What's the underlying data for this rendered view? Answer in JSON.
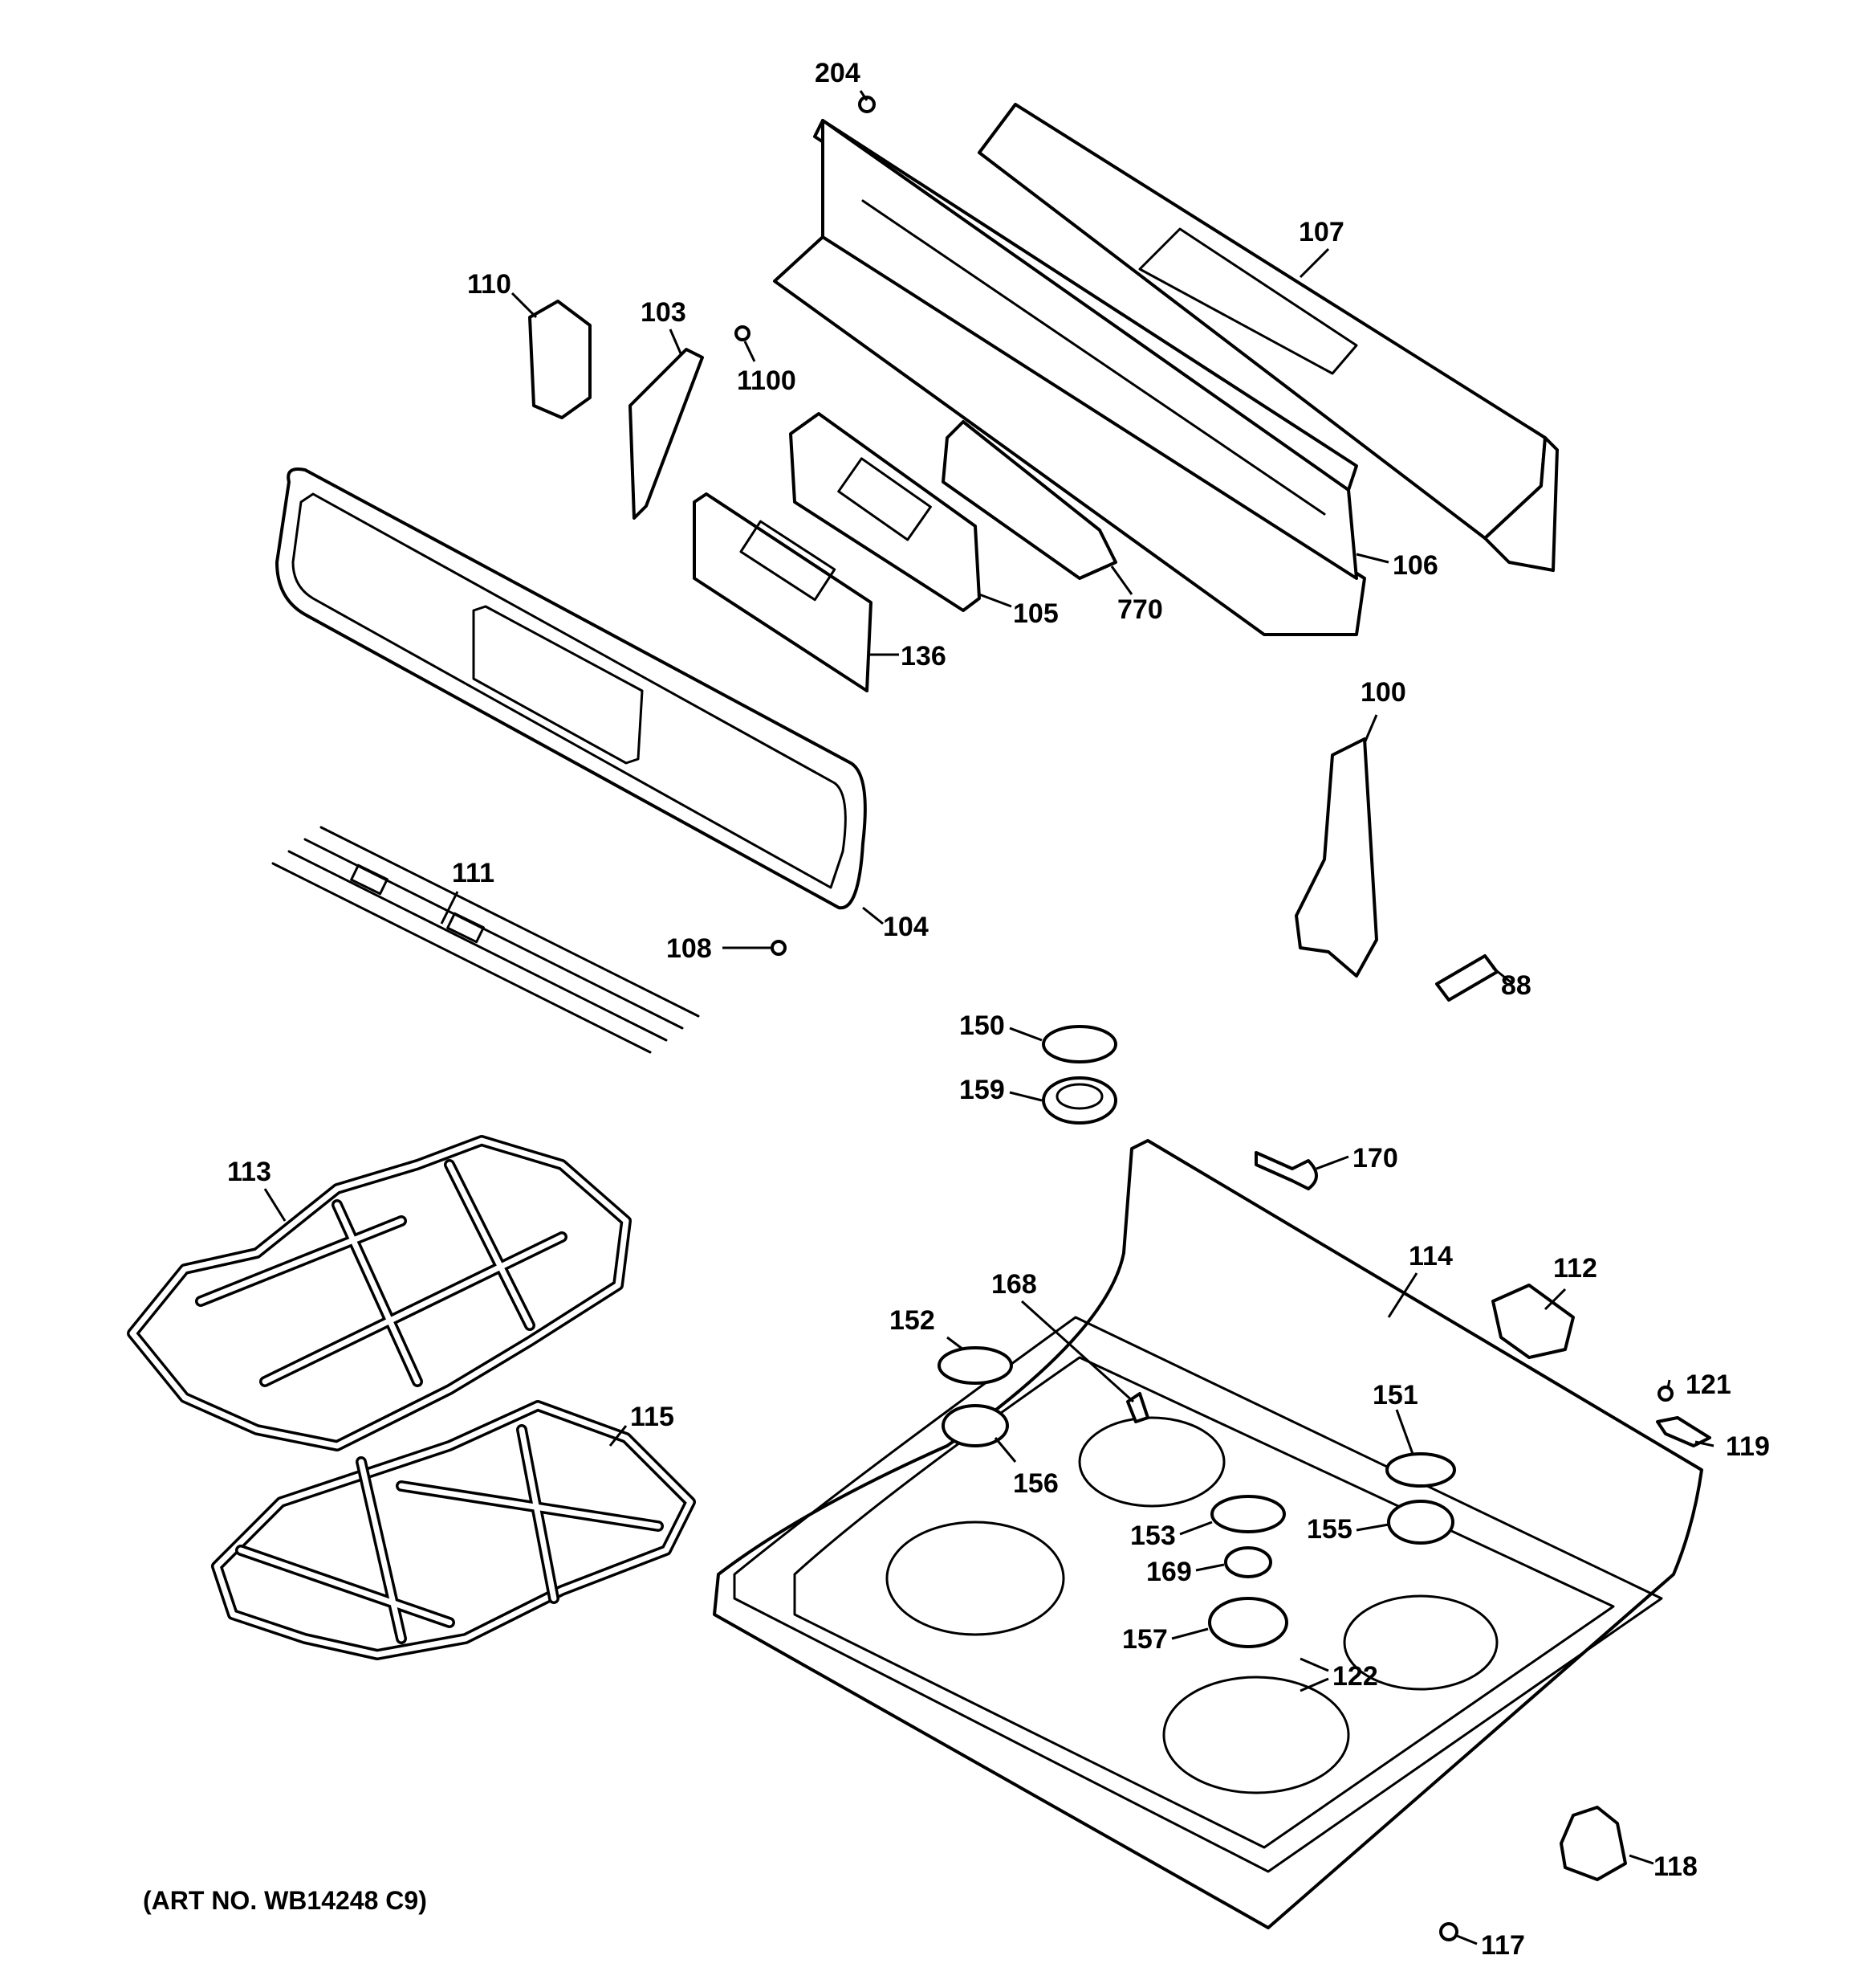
{
  "diagram": {
    "art_number": "(ART NO. WB14248 C9)",
    "callouts": [
      {
        "id": "204",
        "text": "204"
      },
      {
        "id": "107",
        "text": "107"
      },
      {
        "id": "110",
        "text": "110"
      },
      {
        "id": "103",
        "text": "103"
      },
      {
        "id": "1100",
        "text": "1100"
      },
      {
        "id": "106",
        "text": "106"
      },
      {
        "id": "105",
        "text": "105"
      },
      {
        "id": "770",
        "text": "770"
      },
      {
        "id": "136",
        "text": "136"
      },
      {
        "id": "100",
        "text": "100"
      },
      {
        "id": "111",
        "text": "111"
      },
      {
        "id": "104",
        "text": "104"
      },
      {
        "id": "108",
        "text": "108"
      },
      {
        "id": "88",
        "text": "88"
      },
      {
        "id": "150",
        "text": "150"
      },
      {
        "id": "159",
        "text": "159"
      },
      {
        "id": "170",
        "text": "170"
      },
      {
        "id": "113",
        "text": "113"
      },
      {
        "id": "114",
        "text": "114"
      },
      {
        "id": "112",
        "text": "112"
      },
      {
        "id": "168",
        "text": "168"
      },
      {
        "id": "152",
        "text": "152"
      },
      {
        "id": "115",
        "text": "115"
      },
      {
        "id": "151",
        "text": "151"
      },
      {
        "id": "121",
        "text": "121"
      },
      {
        "id": "119",
        "text": "119"
      },
      {
        "id": "156",
        "text": "156"
      },
      {
        "id": "153",
        "text": "153"
      },
      {
        "id": "155",
        "text": "155"
      },
      {
        "id": "169",
        "text": "169"
      },
      {
        "id": "157",
        "text": "157"
      },
      {
        "id": "122",
        "text": "122"
      },
      {
        "id": "118",
        "text": "118"
      },
      {
        "id": "117",
        "text": "117"
      }
    ]
  }
}
